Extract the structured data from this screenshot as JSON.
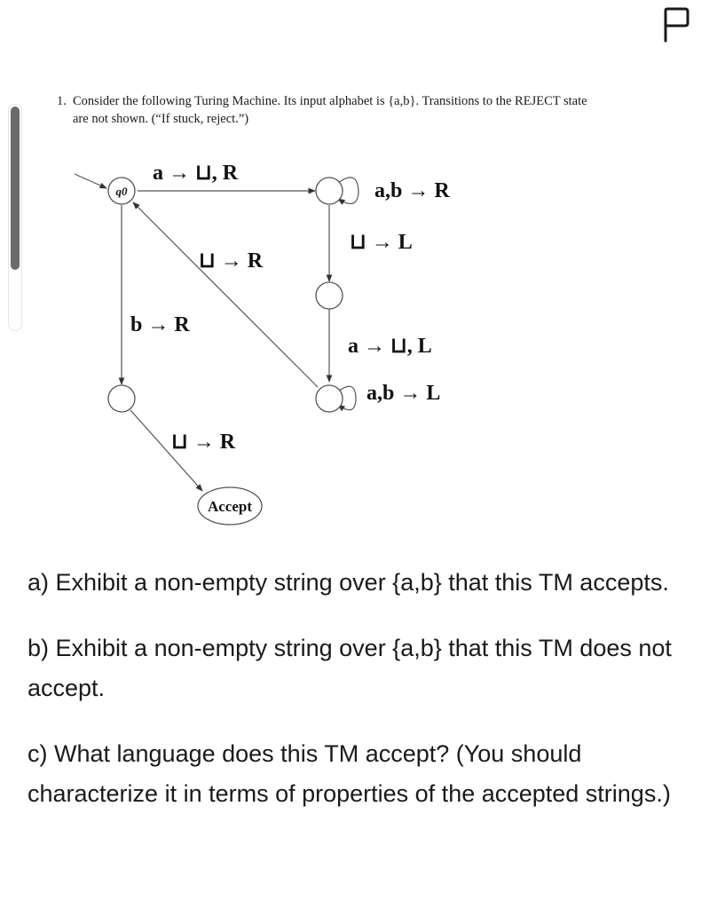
{
  "problem": {
    "number": "1.",
    "line1": "Consider the following Turing Machine. Its input alphabet is {a,b}. Transitions to the REJECT state",
    "line2": "are not shown. (“If stuck, reject.”)"
  },
  "diagram": {
    "start_state": "q0",
    "accept_label": "Accept",
    "transitions": {
      "q0_to_top": "a → ⊔, R",
      "top_loop": "a,b → R",
      "top_to_mid": "⊔ → L",
      "mid_to_bottom": "a → ⊔, L",
      "bottom_loop": "a,b → L",
      "bottom_to_q0": "⊔ → R",
      "q0_to_left": "b → R",
      "left_to_accept": "⊔ → R"
    }
  },
  "questions": {
    "a": "a) Exhibit a non-empty string over {a,b} that this TM accepts.",
    "b": "b) Exhibit a non-empty string over {a,b} that this TM does not accept.",
    "c": "c) What language does this TM accept? (You should characterize it in terms of properties of the accepted strings.)"
  }
}
